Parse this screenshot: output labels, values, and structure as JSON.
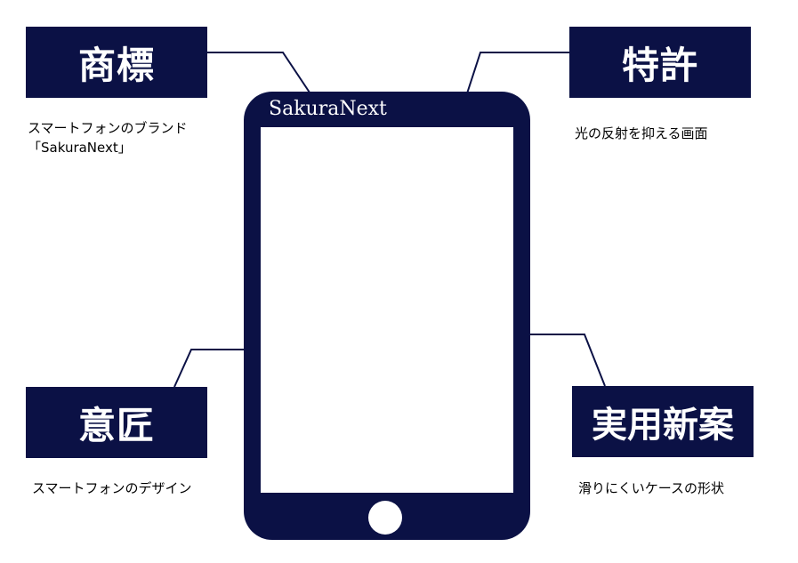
{
  "phone": {
    "brand": "SakuraNext"
  },
  "labels": {
    "trademark": {
      "title": "商標",
      "caption_lines": [
        "スマートフォンのブランド",
        "「SakuraNext」"
      ]
    },
    "patent": {
      "title": "特許",
      "caption_lines": [
        "光の反射を抑える画面"
      ]
    },
    "design": {
      "title": "意匠",
      "caption_lines": [
        "スマートフォンのデザイン"
      ]
    },
    "utility_model": {
      "title": "実用新案",
      "caption_lines": [
        "滑りにくいケースの形状"
      ]
    }
  },
  "colors": {
    "navy": "#0b1145",
    "white": "#ffffff",
    "text": "#000000"
  }
}
